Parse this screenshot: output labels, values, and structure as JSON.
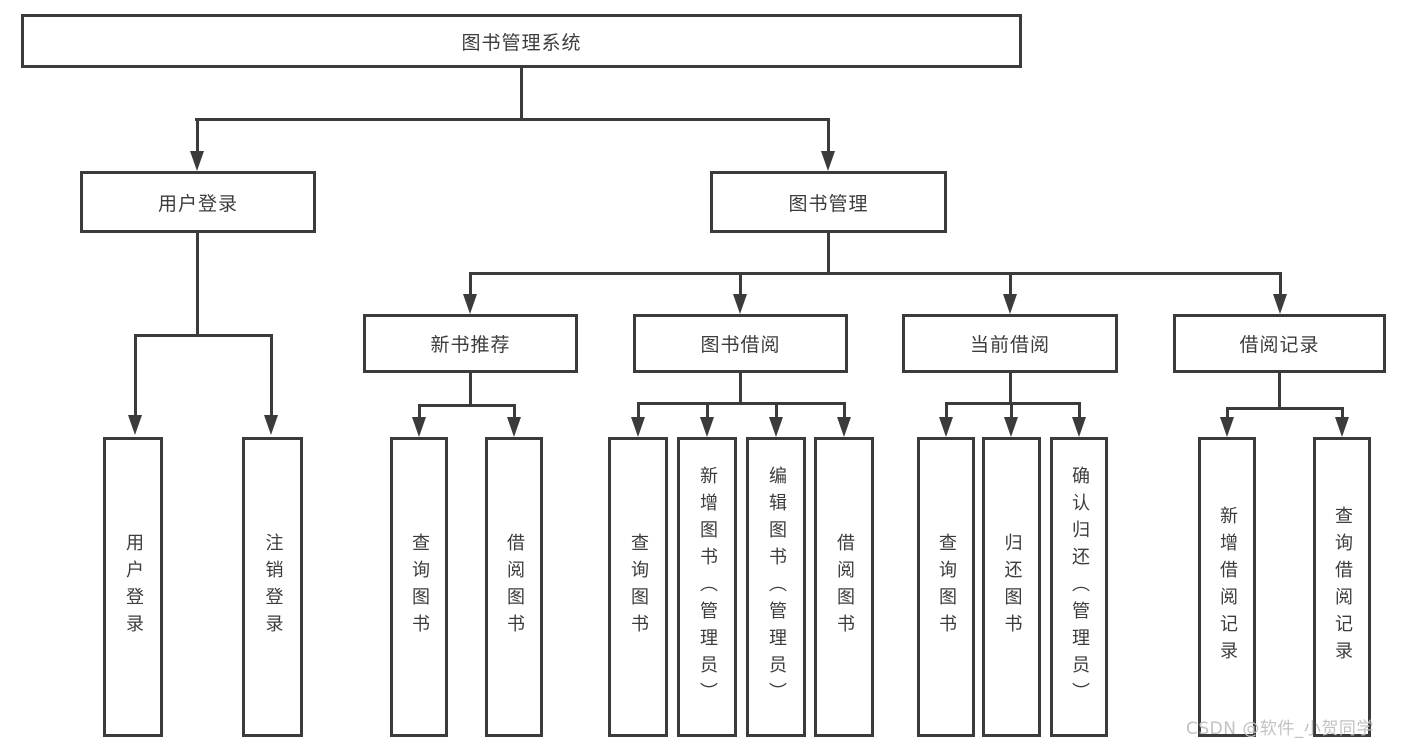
{
  "diagram": {
    "title": "图书管理系统",
    "root": {
      "label": "图书管理系统"
    },
    "branches": [
      {
        "label": "用户登录",
        "children": [
          {
            "label": "用户登录"
          },
          {
            "label": "注销登录"
          }
        ]
      },
      {
        "label": "图书管理",
        "children": [
          {
            "label": "新书推荐",
            "children": [
              {
                "label": "查询图书"
              },
              {
                "label": "借阅图书"
              }
            ]
          },
          {
            "label": "图书借阅",
            "children": [
              {
                "label": "查询图书"
              },
              {
                "label": "新增图书（管理员）"
              },
              {
                "label": "编辑图书（管理员）"
              },
              {
                "label": "借阅图书"
              }
            ]
          },
          {
            "label": "当前借阅",
            "children": [
              {
                "label": "查询图书"
              },
              {
                "label": "归还图书"
              },
              {
                "label": "确认归还（管理员）"
              }
            ]
          },
          {
            "label": "借阅记录",
            "children": [
              {
                "label": "新增借阅记录"
              },
              {
                "label": "查询借阅记录"
              }
            ]
          }
        ]
      }
    ]
  },
  "watermark": {
    "text": "CSDN @软件_小贺同学",
    "color": "#c2c2c2"
  },
  "colors": {
    "line": "#3b3b3b",
    "box_border": "#3b3b3b",
    "text": "#3c3c3c",
    "background": "#ffffff"
  }
}
